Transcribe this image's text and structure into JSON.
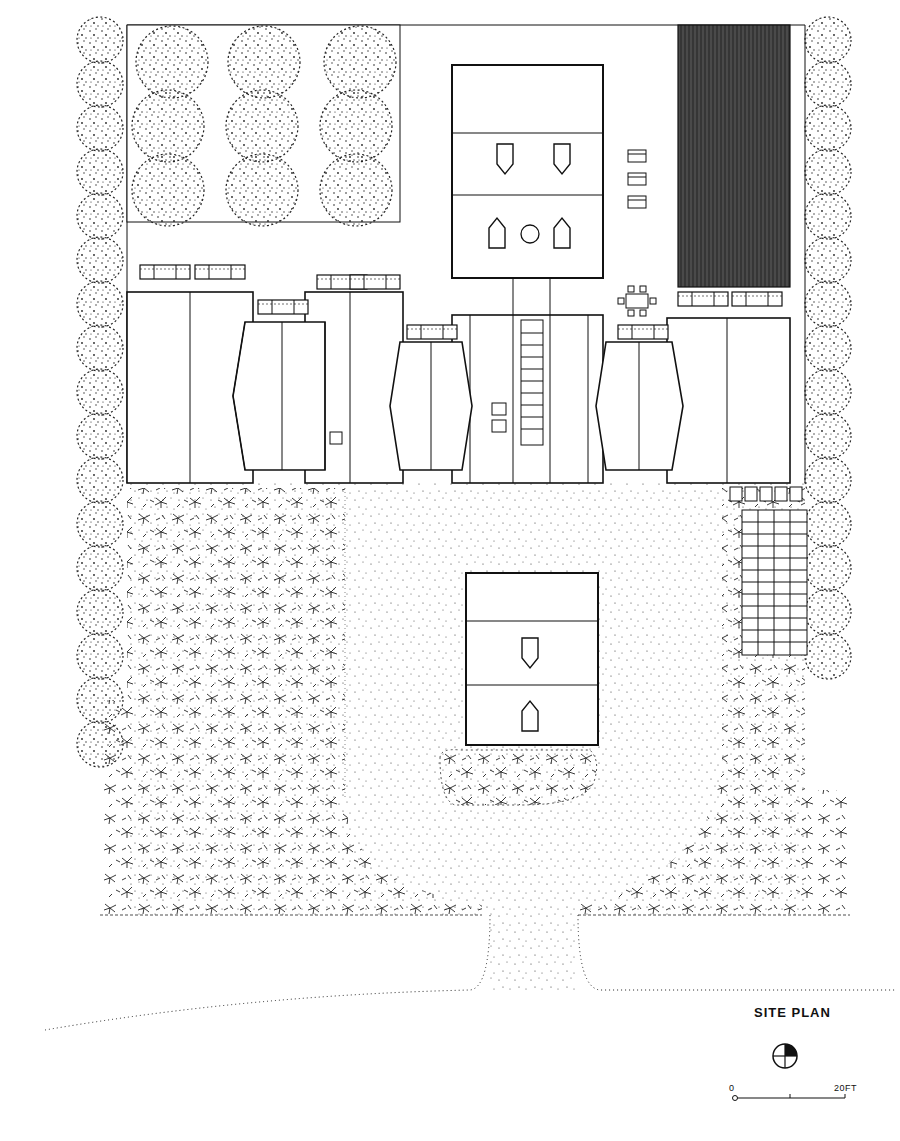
{
  "diagram": {
    "title": "SITE PLAN",
    "labels": [
      "0",
      "20FT"
    ]
  }
}
